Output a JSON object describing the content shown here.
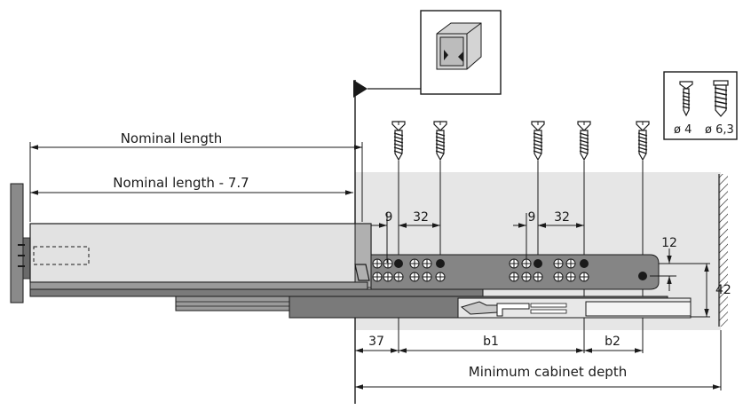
{
  "labels": {
    "nominal_length": "Nominal length",
    "nominal_length_minus": "Nominal length - 7.7",
    "minimum_cabinet_depth": "Minimum cabinet depth"
  },
  "dimensions": {
    "offset_37": "37",
    "b1": "b1",
    "b2": "b2",
    "left_9": "9",
    "left_32": "32",
    "right_9": "9",
    "right_32": "32",
    "height_12": "12",
    "height_42": "42"
  },
  "screws": {
    "small_label": "ø 4",
    "large_label": "ø 6,3"
  },
  "colors": {
    "cabinet_zone": "#e6e6e6",
    "rail_dark": "#7a7a7a",
    "rail_mid": "#9a9a9a",
    "drawer_side": "#e2e2e2",
    "line": "#1a1a1a"
  }
}
